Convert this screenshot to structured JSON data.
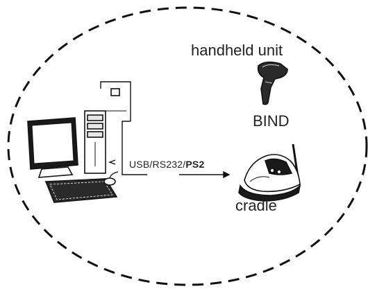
{
  "labels": {
    "handheld_unit": "handheld unit",
    "bind": "BIND",
    "cradle": "cradle",
    "connection_prefix": "USB/RS232/",
    "connection_bold": "PS2"
  },
  "colors": {
    "line": "#111111",
    "fill_light": "#f2f2f2",
    "fill_dark": "#1a1a1a"
  }
}
